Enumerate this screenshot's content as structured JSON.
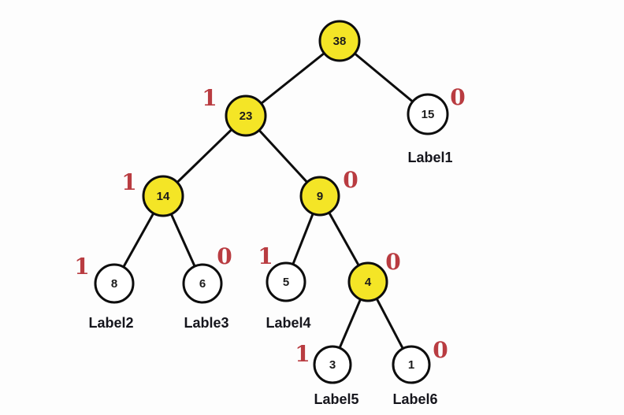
{
  "colors": {
    "background": "#fdfdfd",
    "edge_color": "#0d0d0d",
    "node_stroke": "#0d0d0d",
    "node_text_color": "#1c1c1c",
    "code_color": "#b93c41",
    "label_text_color": "#15151c",
    "node_fill_highlight": "#f4e526",
    "node_fill_plain": "#ffffff"
  },
  "tree": {
    "nodes": [
      {
        "value": "38",
        "fill": "#f4e526"
      },
      {
        "value": "23",
        "fill": "#f4e526"
      },
      {
        "value": "15",
        "fill": "#ffffff"
      },
      {
        "value": "14",
        "fill": "#f4e526"
      },
      {
        "value": "9",
        "fill": "#f4e526"
      },
      {
        "value": "8",
        "fill": "#ffffff"
      },
      {
        "value": "6",
        "fill": "#ffffff"
      },
      {
        "value": "5",
        "fill": "#ffffff"
      },
      {
        "value": "4",
        "fill": "#f4e526"
      },
      {
        "value": "3",
        "fill": "#ffffff"
      },
      {
        "value": "1",
        "fill": "#ffffff"
      }
    ],
    "edge_codes": [
      "1",
      "0",
      "1",
      "0",
      "1",
      "0",
      "1",
      "0",
      "1",
      "0"
    ],
    "leaf_labels": [
      "Label1",
      "Label2",
      "Lable3",
      "Label4",
      "Label5",
      "Label6"
    ]
  }
}
